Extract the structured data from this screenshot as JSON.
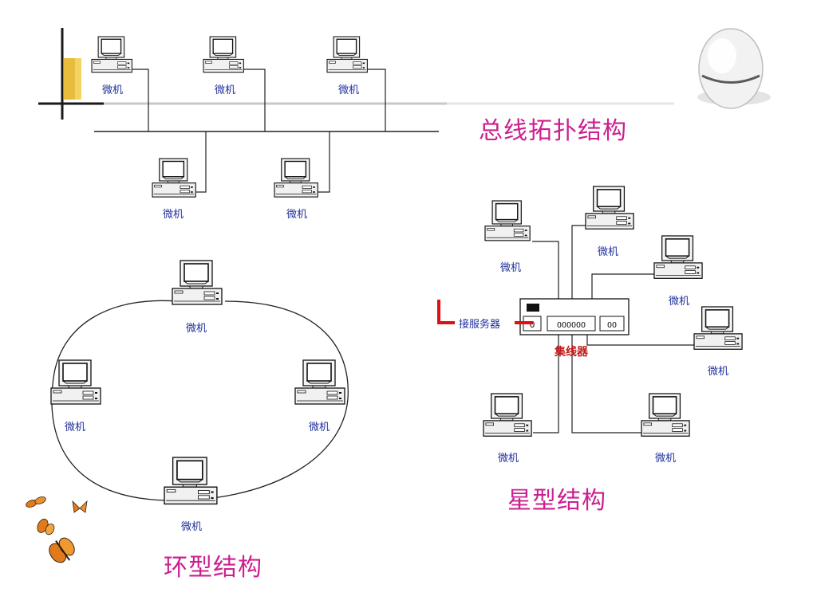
{
  "colors": {
    "title": "#cc1f8f",
    "pc_label": "#1f2f9a",
    "hub_label": "#c41a1a",
    "server_accent": "#e01010",
    "deco_gold": "#e4b21c",
    "line": "#222222"
  },
  "decorations": {
    "corner_icon": "gold-corner-bracket-icon",
    "egg_icon": "smiling-egg-icon",
    "butterfly_icon": "butterflies-icon"
  },
  "bus_topology": {
    "title": "总线拓扑结构",
    "computers": [
      {
        "label": "微机"
      },
      {
        "label": "微机"
      },
      {
        "label": "微机"
      },
      {
        "label": "微机"
      },
      {
        "label": "微机"
      }
    ]
  },
  "ring_topology": {
    "title": "环型结构",
    "computers": [
      {
        "label": "微机"
      },
      {
        "label": "微机"
      },
      {
        "label": "微机"
      },
      {
        "label": "微机"
      }
    ]
  },
  "star_topology": {
    "title": "星型结构",
    "hub_label": "集线器",
    "server_label": "接服务器",
    "hub_ports_text": "OOOOOO",
    "hub_port_pair_text": "OO",
    "computers": [
      {
        "label": "微机"
      },
      {
        "label": "微机"
      },
      {
        "label": "微机"
      },
      {
        "label": "微机"
      },
      {
        "label": "微机"
      },
      {
        "label": "微机"
      }
    ]
  }
}
